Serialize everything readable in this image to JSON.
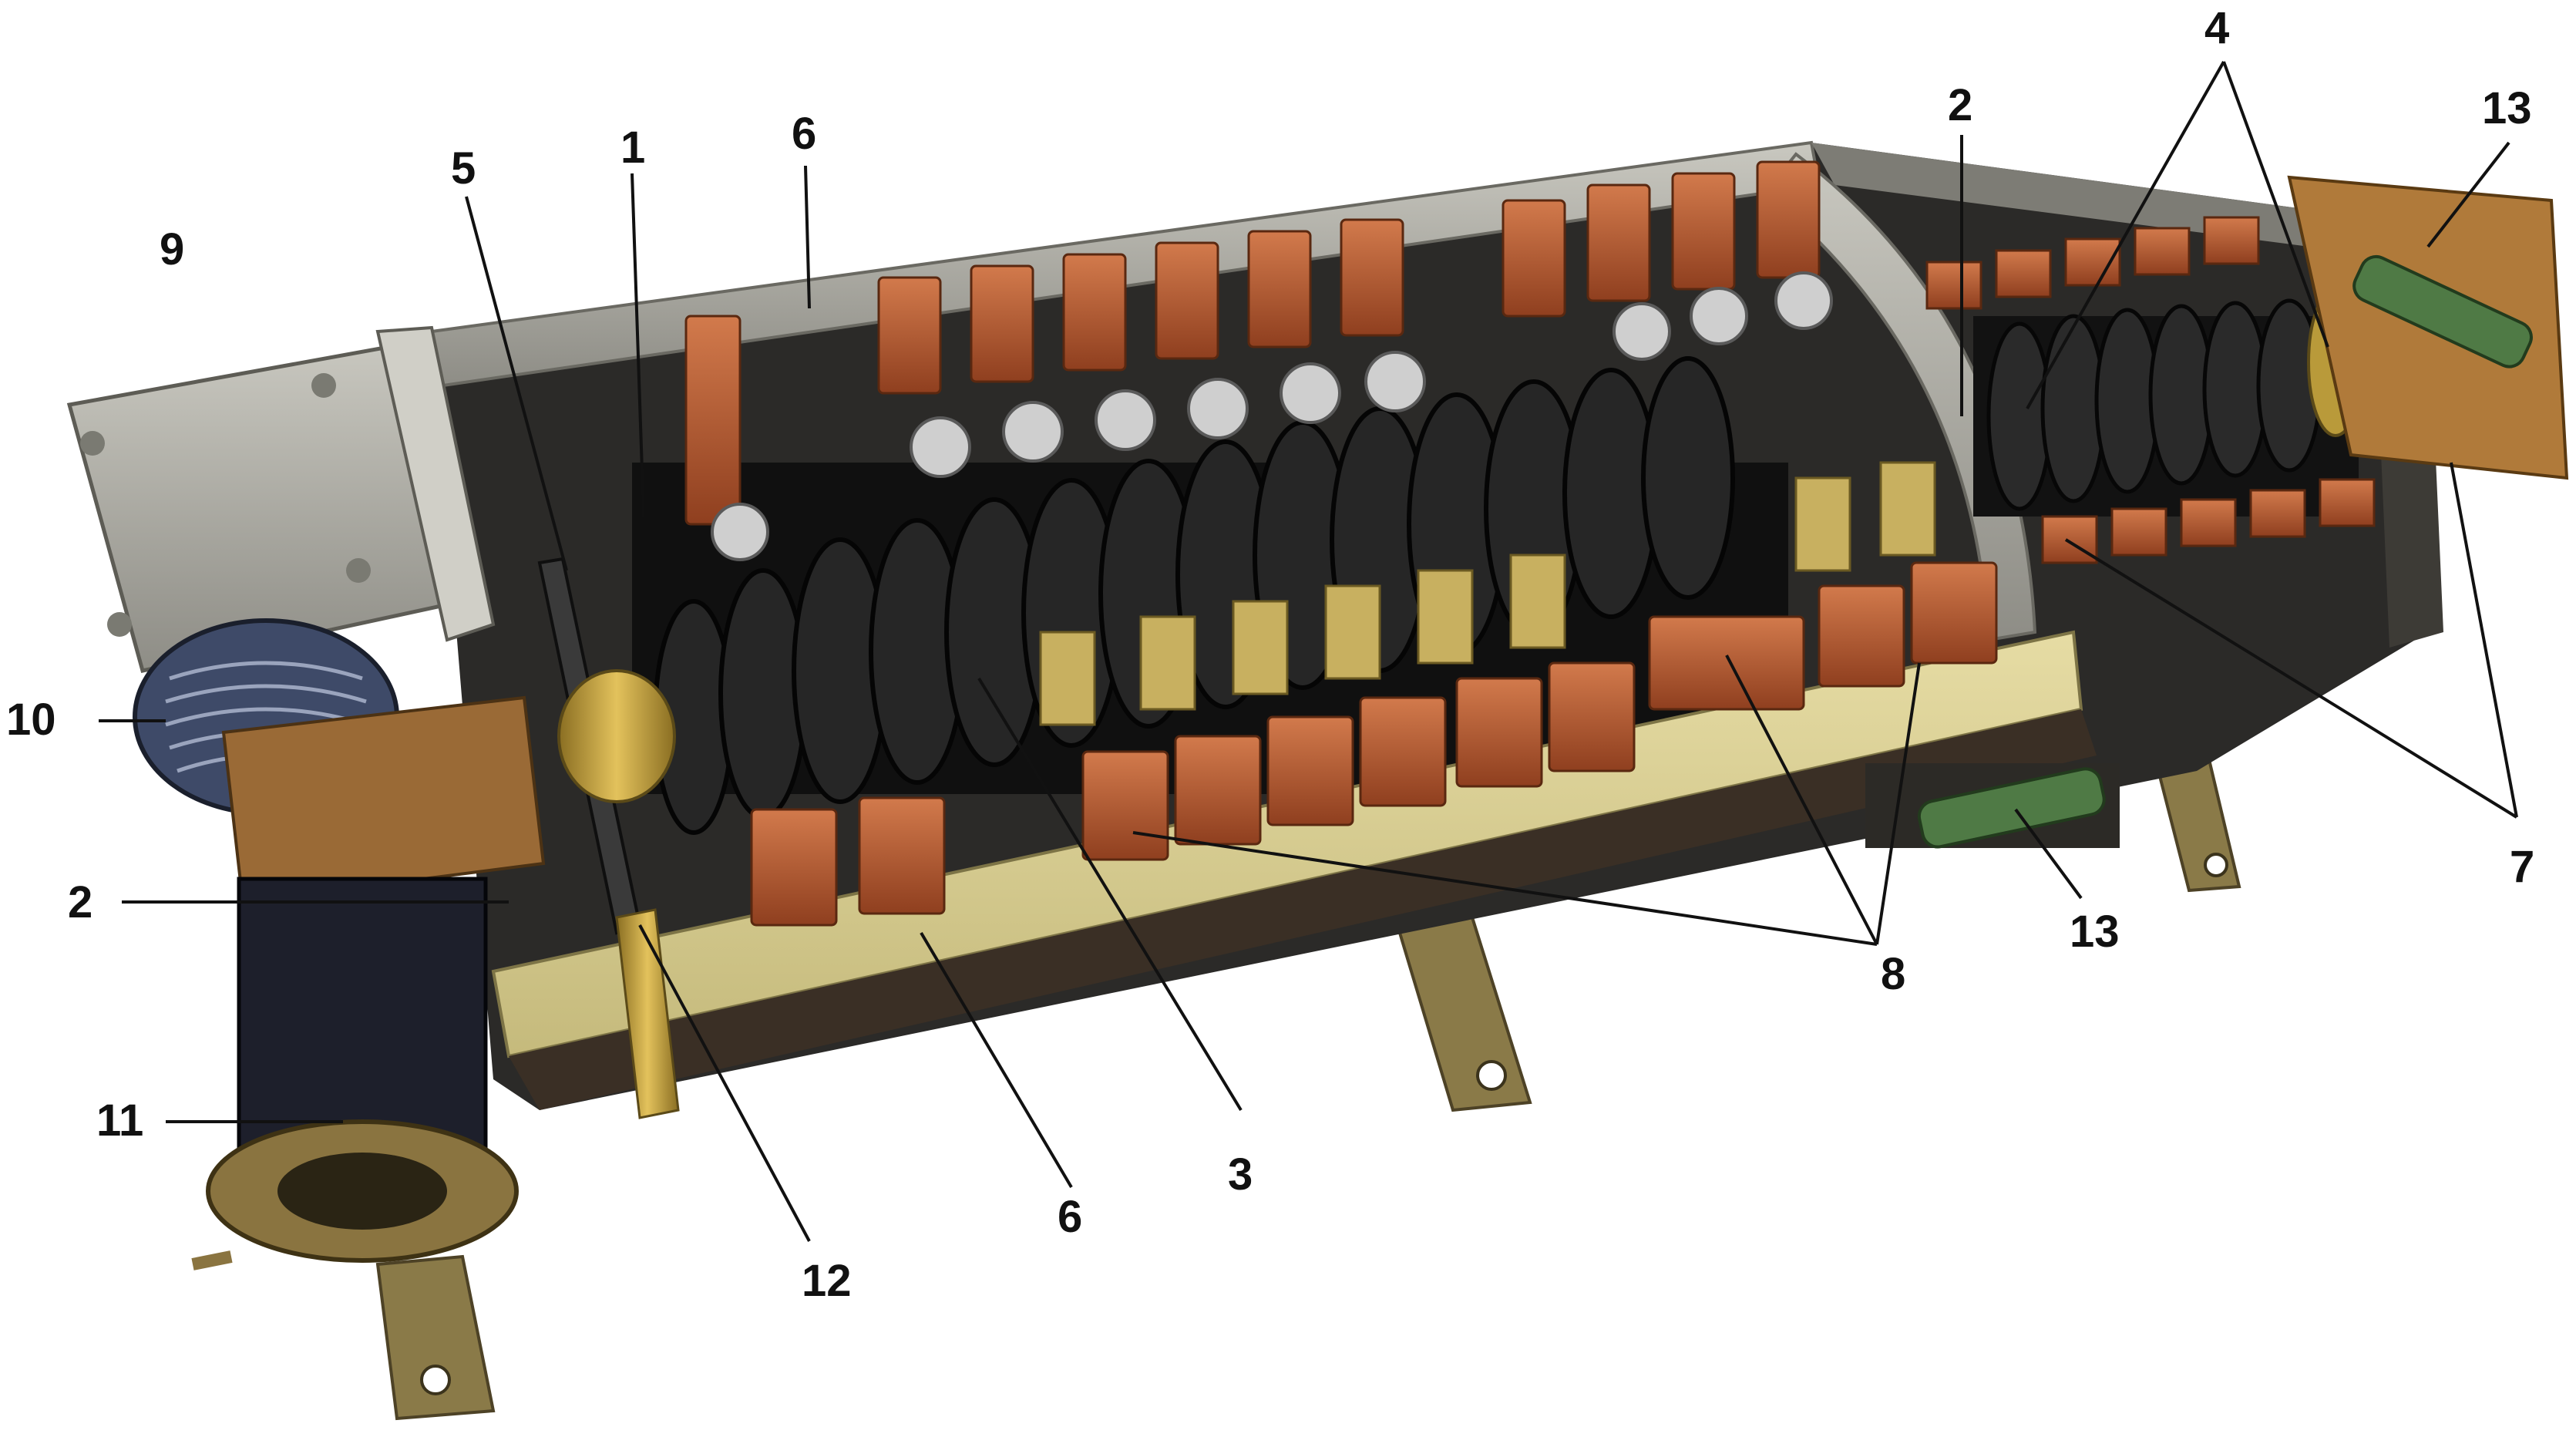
{
  "callout_labels": {
    "n1": "1",
    "n2_left": "2",
    "n2_top": "2",
    "n3": "3",
    "n4": "4",
    "n5": "5",
    "n6_top": "6",
    "n6_bottom": "6",
    "n7": "7",
    "n8": "8",
    "n9": "9",
    "n10": "10",
    "n11": "11",
    "n12": "12",
    "n13_top": "13",
    "n13_bottom": "13"
  },
  "colors": {
    "background": "#ffffff",
    "frame_metal": "#a9a8a0",
    "cam_black": "#1b1b1b",
    "contact_copper": "#b5562f",
    "insulating_bar": "#d9cf95",
    "gear_brass": "#b99a3a",
    "resistor_green": "#4f7a45"
  }
}
